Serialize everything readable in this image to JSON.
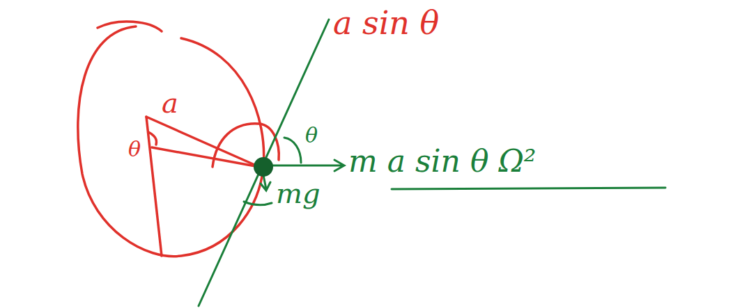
{
  "diagram": {
    "labels": [
      "a sin θ",
      "a",
      "θ",
      "θ",
      "m a sin θ Ω²",
      "mg"
    ]
  }
}
